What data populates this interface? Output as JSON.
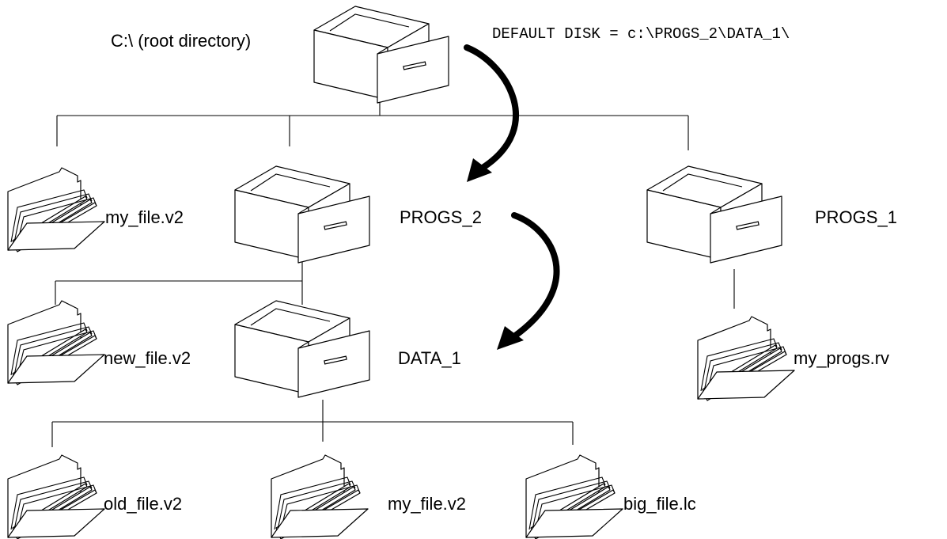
{
  "root": {
    "label": "C:\\ (root directory)"
  },
  "default_disk": {
    "text": "DEFAULT DISK = c:\\PROGS_2\\DATA_1\\"
  },
  "directories": {
    "progs_2": {
      "label": "PROGS_2"
    },
    "progs_1": {
      "label": "PROGS_1"
    },
    "data_1": {
      "label": "DATA_1"
    }
  },
  "files": {
    "root_my_file": {
      "label": "my_file.v2"
    },
    "new_file": {
      "label": "new_file.v2"
    },
    "my_progs": {
      "label": "my_progs.rv"
    },
    "old_file": {
      "label": "old_file.v2"
    },
    "data_my_file": {
      "label": "my_file.v2"
    },
    "big_file": {
      "label": "big_file.lc"
    }
  },
  "colors": {
    "ink": "#000000",
    "background": "#ffffff"
  },
  "icons": {
    "directory": "drawer-icon",
    "file": "file-folder-icon",
    "arrow": "curved-arrow-icon"
  }
}
